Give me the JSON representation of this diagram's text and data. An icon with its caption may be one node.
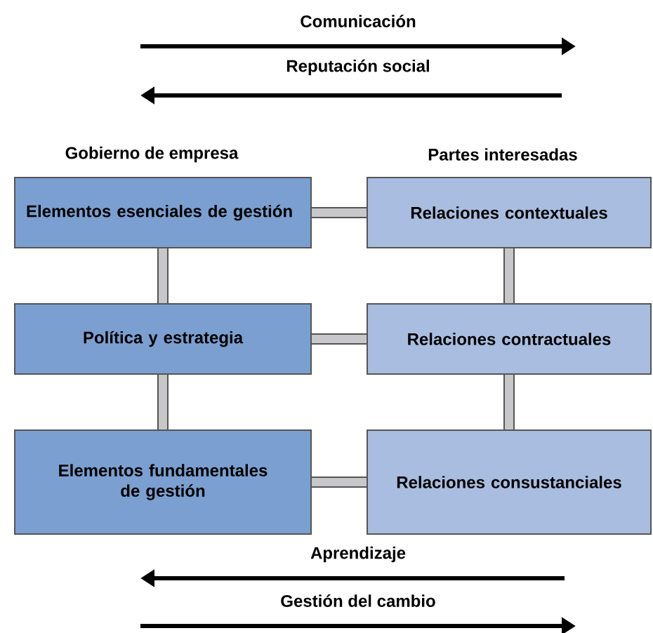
{
  "diagram": {
    "nodes": [
      {
        "text": [
          "Elementos esenciales de gestión"
        ]
      },
      {
        "text": [
          "Política y estrategia"
        ]
      },
      {
        "text": [
          "Elementos fundamentales de gestión"
        ]
      },
      {
        "text": [
          "Relaciones contextuales"
        ]
      },
      {
        "text": [
          "Relaciones contractuales"
        ]
      },
      {
        "text": [
          "Relaciones consustanciales"
        ]
      }
    ],
    "edges": [
      {
        "from": 0,
        "to": 3,
        "arrow": "none"
      },
      {
        "from": 0,
        "to": 1,
        "arrow": "none"
      },
      {
        "from": 3,
        "to": 4,
        "arrow": "none"
      },
      {
        "from": 1,
        "to": 4,
        "arrow": "none"
      },
      {
        "from": 1,
        "to": 2,
        "arrow": "none"
      },
      {
        "from": 4,
        "to": 5,
        "arrow": "none"
      },
      {
        "from": 2,
        "to": 5,
        "arrow": "none"
      }
    ],
    "labels": [
      "Comunicación",
      "Reputación social",
      "Gobierno de empresa",
      "Partes interesadas",
      "Aprendizaje",
      "Gestión del cambio"
    ]
  }
}
